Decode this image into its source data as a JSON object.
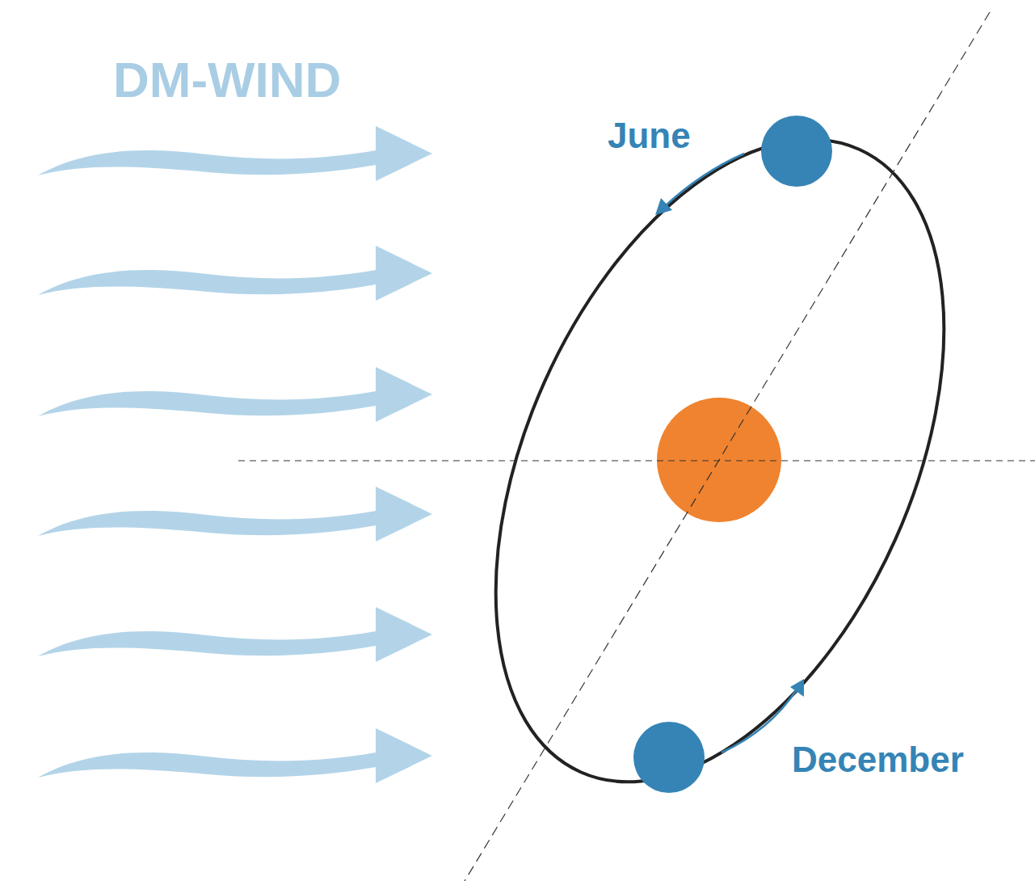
{
  "diagram": {
    "labels": [
      "DM-WIND",
      "June",
      "December"
    ]
  }
}
